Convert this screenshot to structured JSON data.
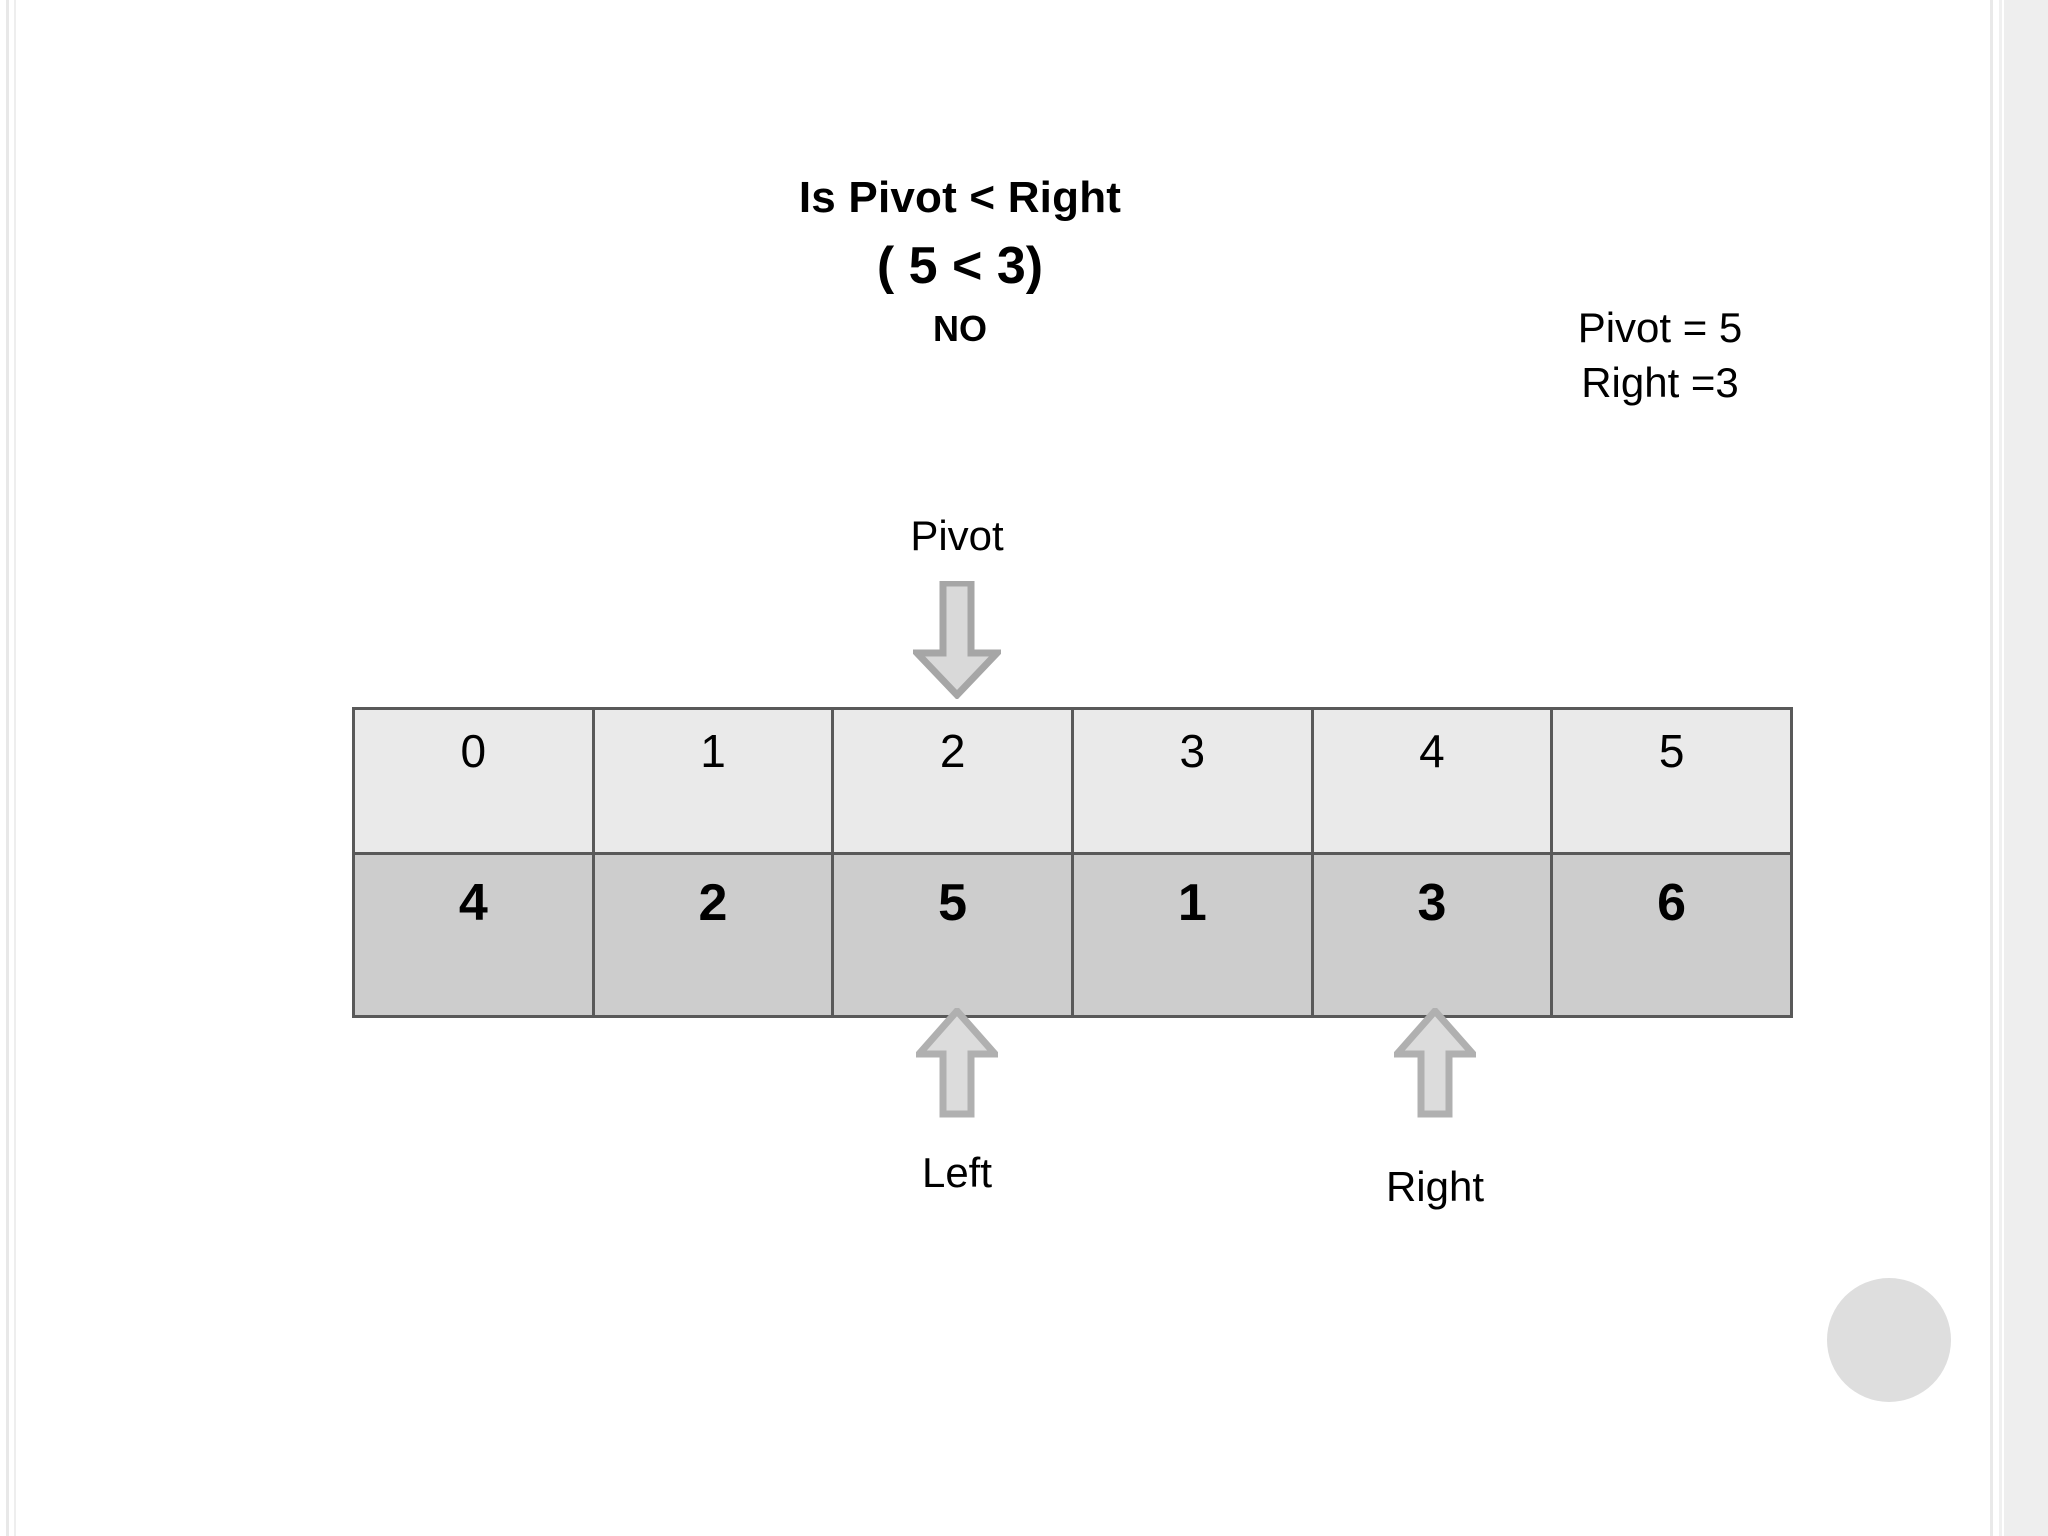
{
  "slide": {
    "background_color": "#ffffff",
    "question": {
      "line1": "Is Pivot < Right",
      "line2": "( 5 < 3)",
      "answer": "NO"
    },
    "legend": {
      "pivot_value": "Pivot = 5",
      "right_value": "Right =3"
    },
    "pivot_marker": {
      "label": "Pivot",
      "arrow_icon": "arrow-down-icon",
      "points_to_index": 2
    },
    "pointers": [
      {
        "name": "left",
        "label": "Left",
        "arrow_icon": "arrow-up-icon",
        "points_to_index": 2
      },
      {
        "name": "right",
        "label": "Right",
        "arrow_icon": "arrow-up-icon",
        "points_to_index": 4
      }
    ],
    "array": {
      "indices": [
        "0",
        "1",
        "2",
        "3",
        "4",
        "5"
      ],
      "values": [
        "4",
        "2",
        "5",
        "1",
        "3",
        "6"
      ],
      "index_row_color": "#eaeaea",
      "value_row_color": "#cdcdcd",
      "border_color": "#595959"
    },
    "decoration": {
      "corner_circle_color": "#dedede"
    },
    "arrow_colors": {
      "fill": "#d9d9d9",
      "stroke": "#a6a6a6"
    }
  }
}
